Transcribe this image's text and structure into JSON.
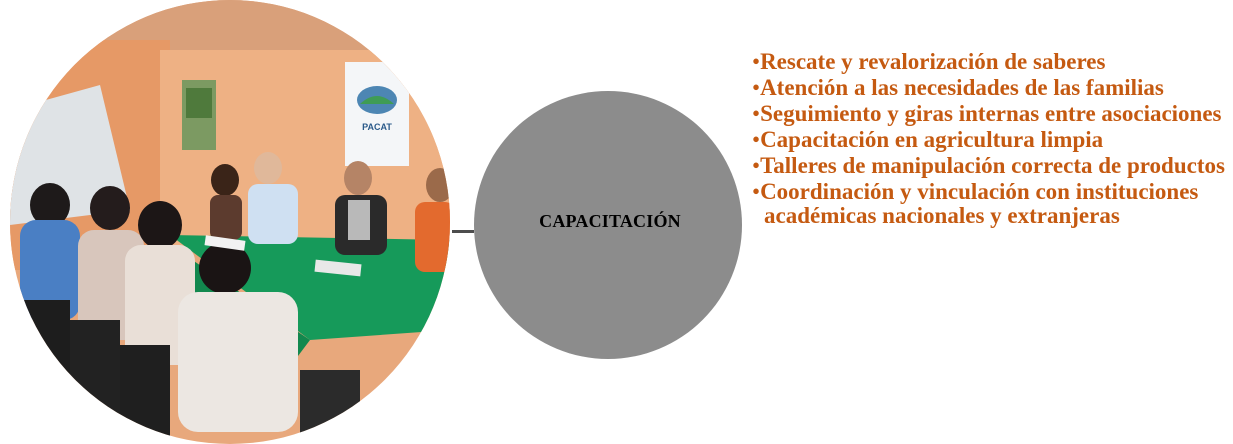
{
  "hub": {
    "label": "CAPACITACIÓN"
  },
  "photo": {
    "poster_text": "PACAT",
    "description_icon": "meeting-photo"
  },
  "items": [
    {
      "label": "Rescate y revalorización de saberes"
    },
    {
      "label": "Atención a las necesidades de las familias"
    },
    {
      "label": "Seguimiento y giras internas entre asociaciones"
    },
    {
      "label": "Capacitación en agricultura limpia"
    },
    {
      "label": "Talleres de manipulación correcta de productos"
    },
    {
      "label": "Coordinación  y vinculación con instituciones académicas nacionales y extranjeras"
    }
  ],
  "colors": {
    "accent": "#c55a11",
    "hub": "#8c8c8c",
    "hub_text": "#000000"
  }
}
